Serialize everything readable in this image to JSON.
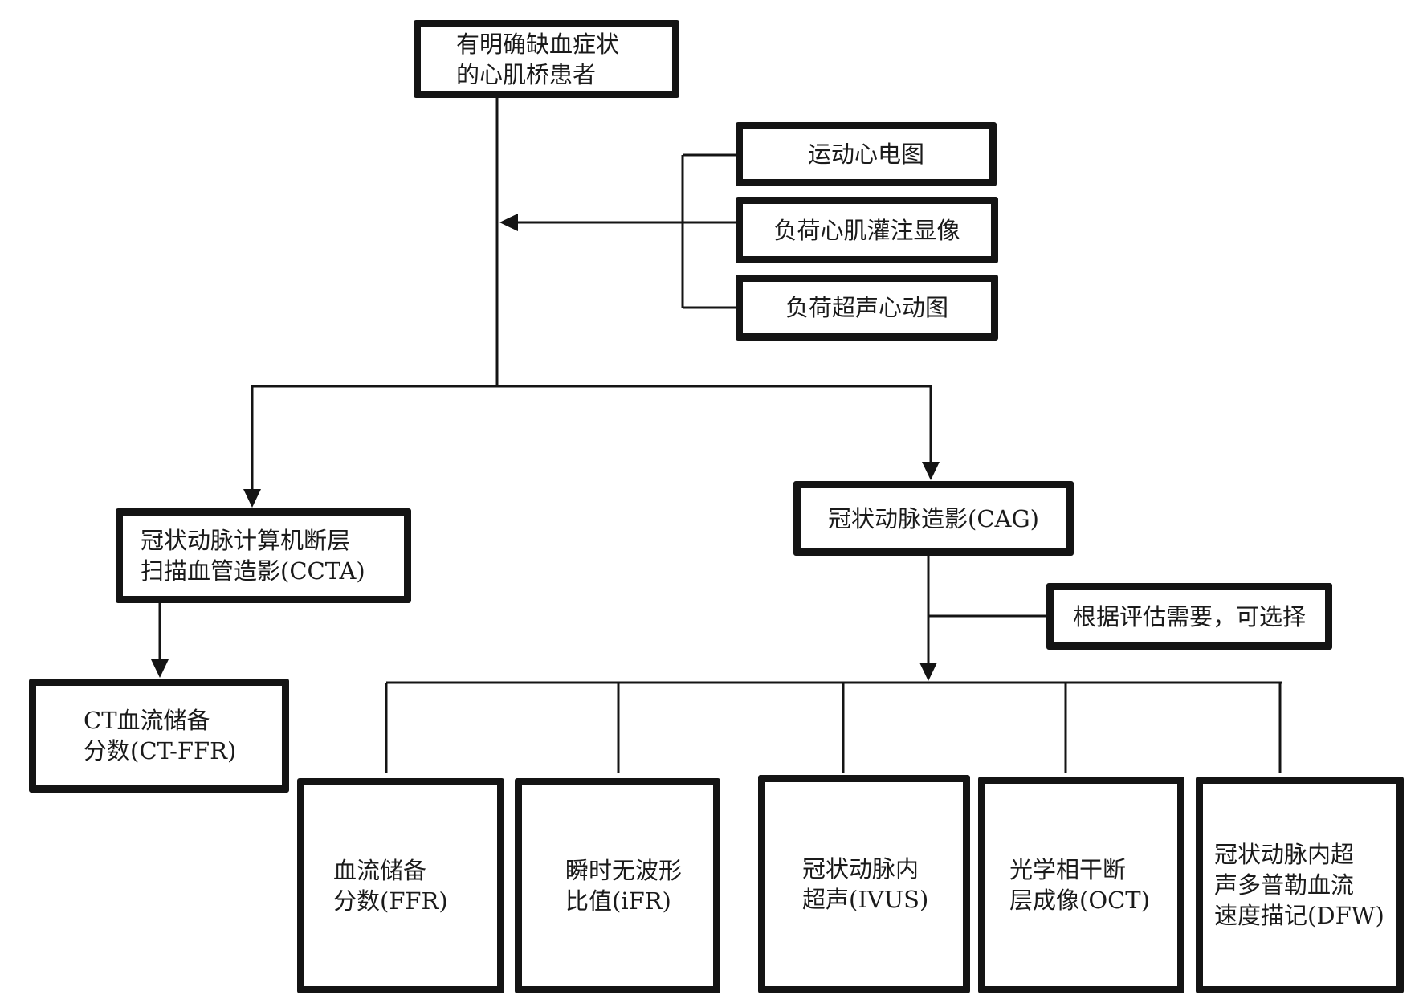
{
  "diagram": {
    "start": {
      "label": "有明确缺血症状\n的心肌桥患者"
    },
    "functional_tests": [
      {
        "label": "运动心电图"
      },
      {
        "label": "负荷心肌灌注显像"
      },
      {
        "label": "负荷超声心动图"
      }
    ],
    "branches": {
      "ccta": {
        "label": "冠状动脉计算机断层\n扫描血管造影(CCTA)"
      },
      "ct_ffr": {
        "label": "CT血流储备\n分数(CT-FFR)"
      },
      "cag": {
        "label": "冠状动脉造影(CAG)"
      },
      "optional_note": {
        "label": "根据评估需要，可选择"
      }
    },
    "optional_tests": [
      {
        "label": "血流储备\n分数(FFR)"
      },
      {
        "label": "瞬时无波形\n比值(iFR)"
      },
      {
        "label": "冠状动脉内\n超声(IVUS)"
      },
      {
        "label": "光学相干断\n层成像(OCT)"
      },
      {
        "label": "冠状动脉内超\n声多普勒血流\n速度描记(DFW)"
      }
    ]
  }
}
